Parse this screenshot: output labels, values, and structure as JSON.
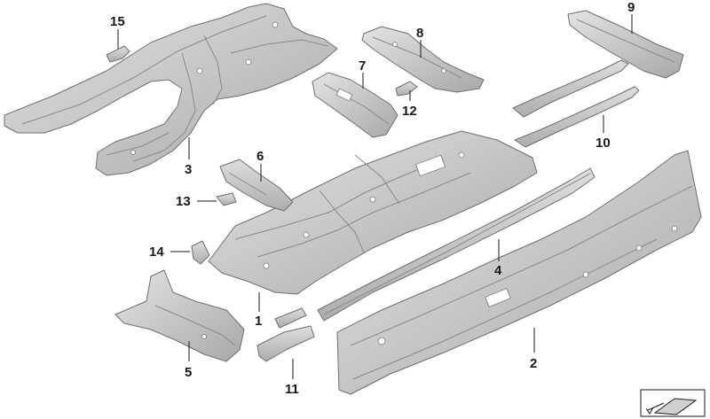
{
  "diagram": {
    "callouts": [
      {
        "id": "p1",
        "number": "1"
      },
      {
        "id": "p2",
        "number": "2"
      },
      {
        "id": "p3",
        "number": "3"
      },
      {
        "id": "p4",
        "number": "4"
      },
      {
        "id": "p5",
        "number": "5"
      },
      {
        "id": "p6",
        "number": "6"
      },
      {
        "id": "p7",
        "number": "7"
      },
      {
        "id": "p8",
        "number": "8"
      },
      {
        "id": "p9",
        "number": "9"
      },
      {
        "id": "p10",
        "number": "10"
      },
      {
        "id": "p11",
        "number": "11"
      },
      {
        "id": "p12",
        "number": "12"
      },
      {
        "id": "p13",
        "number": "13"
      },
      {
        "id": "p14",
        "number": "14"
      },
      {
        "id": "p15",
        "number": "15"
      }
    ],
    "colors": {
      "metal_light": "#d6d6d6",
      "metal_mid": "#bdbdbd",
      "metal_dark": "#9a9a9a",
      "outline": "#6e6e6e",
      "label": "#1a1a1a"
    }
  }
}
